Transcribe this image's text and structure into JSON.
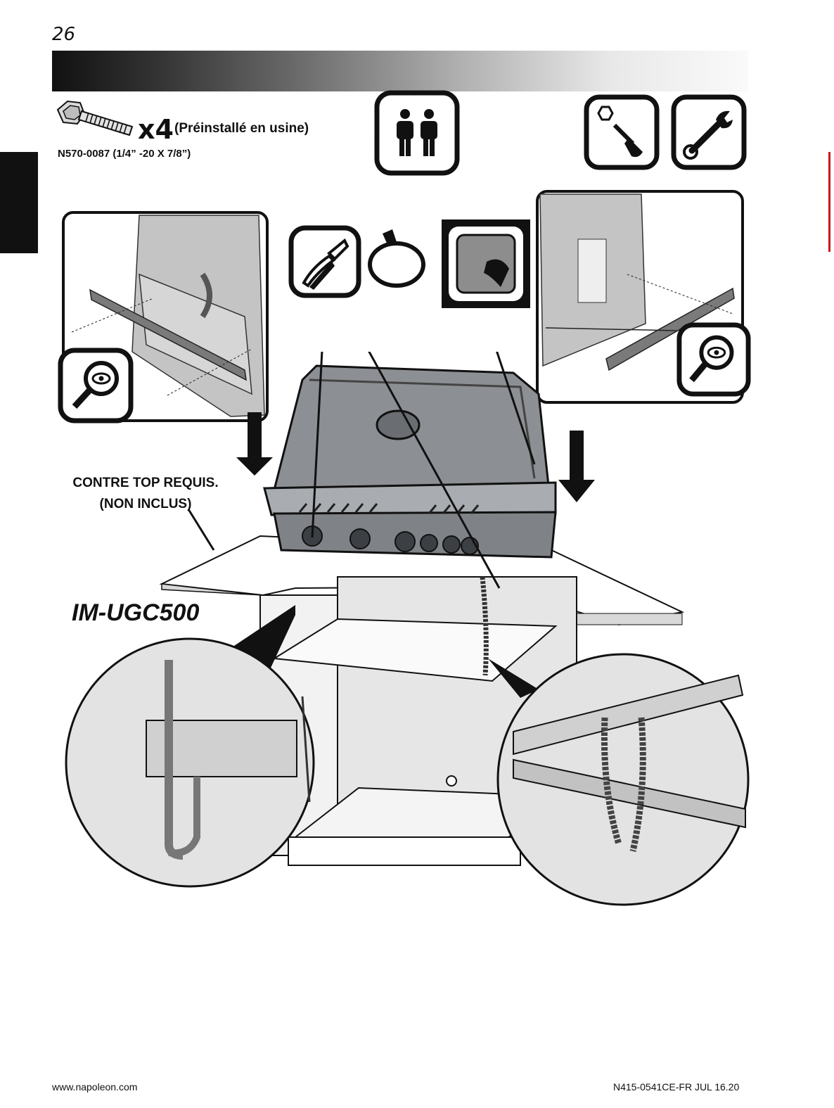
{
  "page": {
    "number": "26",
    "model_code": "IM-UGC500",
    "countertop_note_line1": "CONTRE TOP REQUIS.",
    "countertop_note_line2": "(NON INCLUS)"
  },
  "hardware": {
    "quantity": "x4",
    "note": "(Préinstallé en usine)",
    "part": "N570-0087 (1/4” -20 X 7/8”)"
  },
  "icons": [
    "bolt-icon",
    "two-persons-icon",
    "nut-driver-icon",
    "wrench-icon",
    "side-cutters-icon",
    "cable-tie-icon",
    "peel-adhesive-icon",
    "magnify-eye-icon"
  ],
  "footer": {
    "url": "www.napoleon.com",
    "doc_code": "N415-0541CE-FR JUL 16.20"
  },
  "colors": {
    "header_dark": "#111111",
    "header_light": "#fafafa",
    "edge_mark": "#c91a1a"
  }
}
